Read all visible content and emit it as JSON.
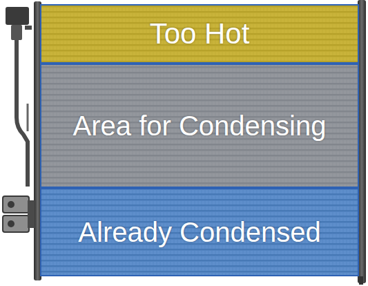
{
  "diagram": {
    "nodes": [
      {
        "text": [
          "Too Hot"
        ]
      },
      {
        "text": [
          "Area for Condensing"
        ]
      },
      {
        "text": [
          "Already Condensed"
        ]
      }
    ]
  }
}
